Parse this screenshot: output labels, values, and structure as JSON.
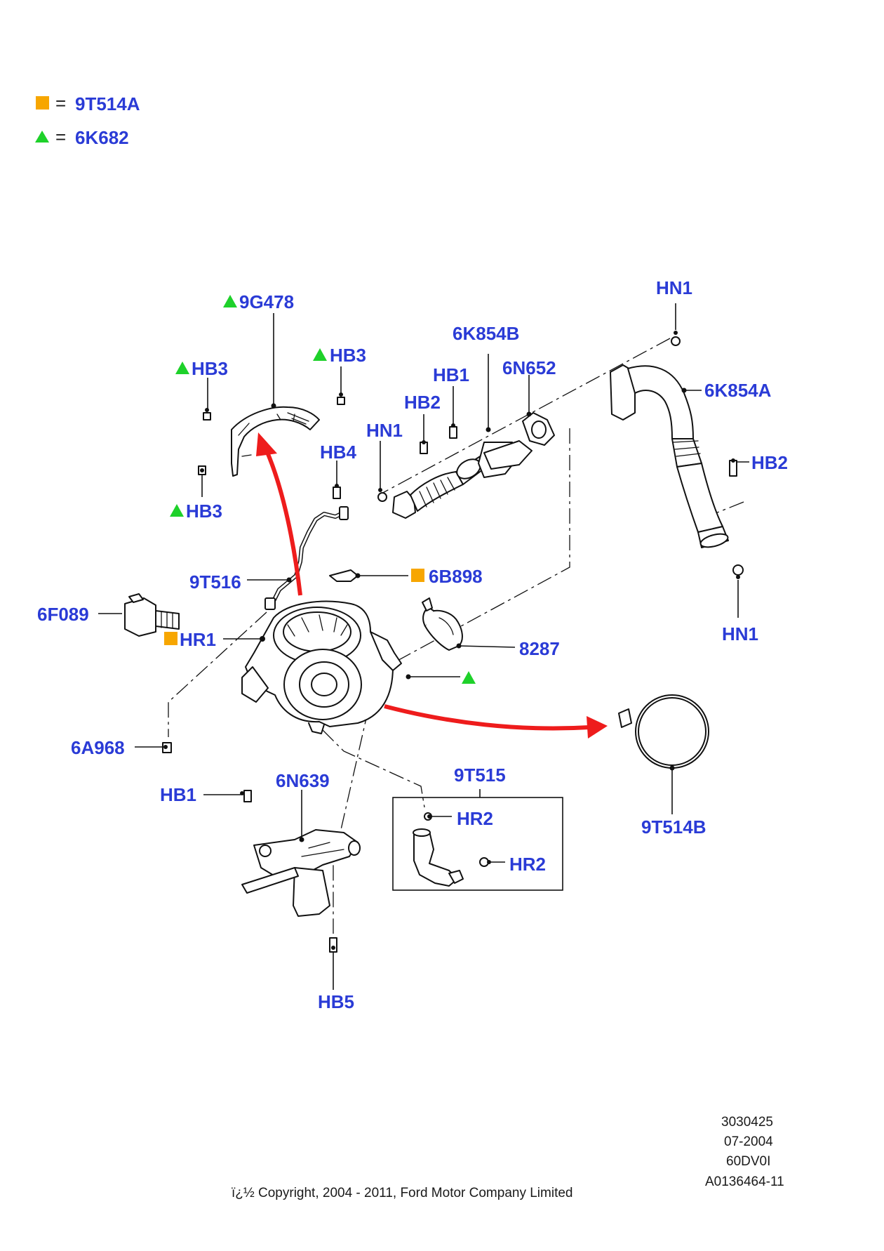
{
  "legend": [
    {
      "symbol": "square",
      "color": "#f7a600",
      "code": "9T514A"
    },
    {
      "symbol": "triangle",
      "color": "#1ed12a",
      "code": "6K682"
    }
  ],
  "legend_equals": "=",
  "labels": {
    "9G478": "9G478",
    "HB3_left": "HB3",
    "HB3_right": "HB3",
    "HB3_lower": "HB3",
    "HB4": "HB4",
    "9T516": "9T516",
    "6F089": "6F089",
    "HR1": "HR1",
    "6B898": "6B898",
    "8287": "8287",
    "6A968": "6A968",
    "HB1_lower": "HB1",
    "6N639": "6N639",
    "9T515": "9T515",
    "HR2_top": "HR2",
    "HR2_bottom": "HR2",
    "HB5": "HB5",
    "9T514B": "9T514B",
    "HN1_top": "HN1",
    "HN1_left": "HN1",
    "HN1_right": "HN1",
    "6K854A": "6K854A",
    "6K854B": "6K854B",
    "6N652": "6N652",
    "HB1_upper": "HB1",
    "HB2_left": "HB2",
    "HB2_right": "HB2"
  },
  "footer": {
    "ref1": "3030425",
    "ref2": "07-2004",
    "ref3": "60DV0I",
    "ref4": "A0136464-11",
    "copyright": "ï¿½ Copyright, 2004 - 2011, Ford Motor Company Limited"
  },
  "colors": {
    "label_blue": "#2a3bd6",
    "square_orange": "#f7a600",
    "triangle_green": "#1ed12a",
    "arrow_red": "#ee1c1c"
  }
}
